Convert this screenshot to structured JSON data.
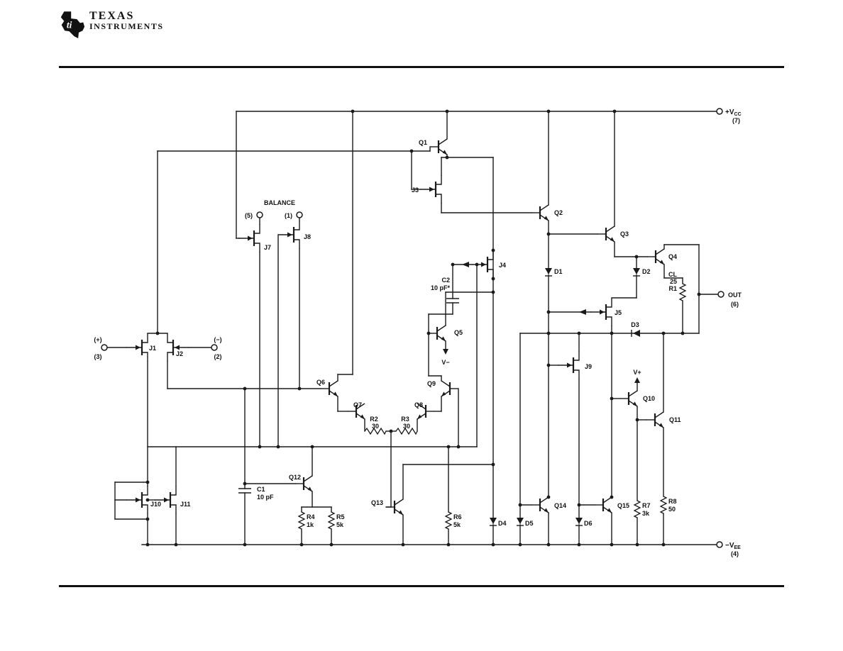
{
  "header": {
    "brand_line1": "TEXAS",
    "brand_line2": "INSTRUMENTS",
    "logo_text": "ti"
  },
  "colors": {
    "ink": "#1a1a1a",
    "paper": "#ffffff"
  },
  "schematic": {
    "rails": {
      "vcc_main": "+V",
      "vcc_sub": "CC",
      "vee_main": "−V",
      "vee_sub": "EE"
    },
    "labels": [
      {
        "id": "q1",
        "text": "Q1"
      },
      {
        "id": "q2",
        "text": "Q2"
      },
      {
        "id": "q3",
        "text": "Q3"
      },
      {
        "id": "q4",
        "text": "Q4"
      },
      {
        "id": "q5",
        "text": "Q5"
      },
      {
        "id": "q6",
        "text": "Q6"
      },
      {
        "id": "q7",
        "text": "Q7"
      },
      {
        "id": "q8",
        "text": "Q8"
      },
      {
        "id": "q9",
        "text": "Q9"
      },
      {
        "id": "q10",
        "text": "Q10"
      },
      {
        "id": "q11",
        "text": "Q11"
      },
      {
        "id": "q12",
        "text": "Q12"
      },
      {
        "id": "q13",
        "text": "Q13"
      },
      {
        "id": "q14",
        "text": "Q14"
      },
      {
        "id": "q15",
        "text": "Q15"
      },
      {
        "id": "j1",
        "text": "J1"
      },
      {
        "id": "j2",
        "text": "J2"
      },
      {
        "id": "j3",
        "text": "J3"
      },
      {
        "id": "j4",
        "text": "J4"
      },
      {
        "id": "j5",
        "text": "J5"
      },
      {
        "id": "j7",
        "text": "J7"
      },
      {
        "id": "j8",
        "text": "J8"
      },
      {
        "id": "j9",
        "text": "J9"
      },
      {
        "id": "j10",
        "text": "J10"
      },
      {
        "id": "j11",
        "text": "J11"
      },
      {
        "id": "r2a",
        "text": "R2"
      },
      {
        "id": "r2b",
        "text": "30"
      },
      {
        "id": "r3a",
        "text": "R3"
      },
      {
        "id": "r3b",
        "text": "30"
      },
      {
        "id": "r4a",
        "text": "R4"
      },
      {
        "id": "r4b",
        "text": "1k"
      },
      {
        "id": "r5a",
        "text": "R5"
      },
      {
        "id": "r5b",
        "text": "5k"
      },
      {
        "id": "r6a",
        "text": "R6"
      },
      {
        "id": "r6b",
        "text": "5k"
      },
      {
        "id": "r7a",
        "text": "R7"
      },
      {
        "id": "r7b",
        "text": "3k"
      },
      {
        "id": "r8a",
        "text": "R8"
      },
      {
        "id": "r8b",
        "text": "50"
      },
      {
        "id": "cl",
        "text": "CL"
      },
      {
        "id": "cl25",
        "text": "25"
      },
      {
        "id": "r1",
        "text": "R1"
      },
      {
        "id": "c1a",
        "text": "C1"
      },
      {
        "id": "c1b",
        "text": "10 pF"
      },
      {
        "id": "c2a",
        "text": "C2"
      },
      {
        "id": "c2b",
        "text": "10 pF*"
      },
      {
        "id": "d1",
        "text": "D1"
      },
      {
        "id": "d2",
        "text": "D2"
      },
      {
        "id": "d3",
        "text": "D3"
      },
      {
        "id": "d4",
        "text": "D4"
      },
      {
        "id": "d5",
        "text": "D5"
      },
      {
        "id": "d6",
        "text": "D6"
      },
      {
        "id": "balance",
        "text": "BALANCE"
      },
      {
        "id": "bal5",
        "text": "(5)"
      },
      {
        "id": "bal1",
        "text": "(1)"
      },
      {
        "id": "inplus",
        "text": "(+)"
      },
      {
        "id": "in3",
        "text": "(3)"
      },
      {
        "id": "inminus",
        "text": "(−)"
      },
      {
        "id": "in2",
        "text": "(2)"
      },
      {
        "id": "out",
        "text": "OUT"
      },
      {
        "id": "out6",
        "text": "(6)"
      },
      {
        "id": "vcc7",
        "text": "(7)"
      },
      {
        "id": "vee4",
        "text": "(4)"
      },
      {
        "id": "vminus",
        "text": "V−"
      },
      {
        "id": "vplus",
        "text": "V+"
      }
    ]
  }
}
